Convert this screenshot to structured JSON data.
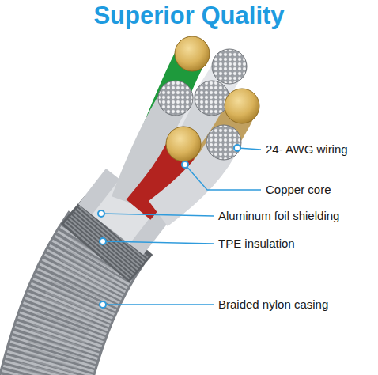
{
  "diagram": {
    "title": "Superior Quality",
    "labels": [
      "24- AWG wiring",
      "Copper core",
      "Aluminum foil shielding",
      "TPE insulation",
      "Braided nylon casing"
    ]
  }
}
